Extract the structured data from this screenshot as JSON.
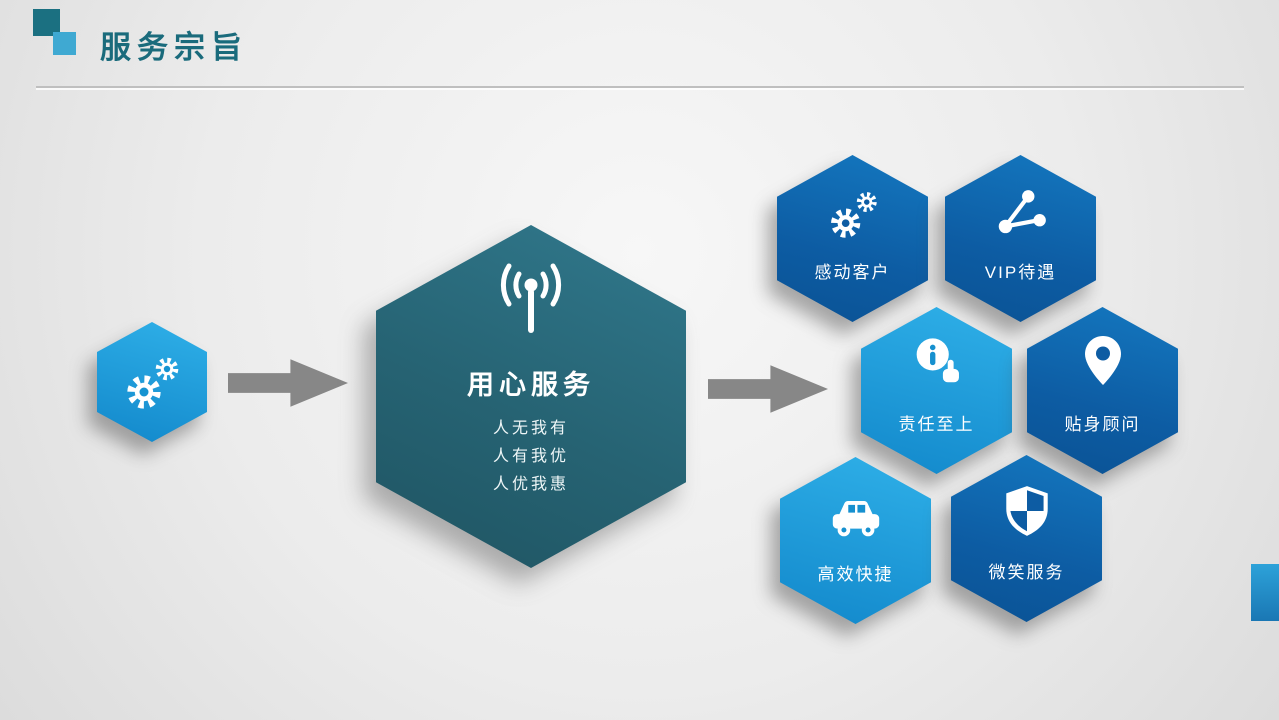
{
  "header": {
    "title": "服务宗旨"
  },
  "left_hexagon": {
    "icon": "gears-icon"
  },
  "center_hexagon": {
    "icon": "broadcast-antenna-icon",
    "title": "用心服务",
    "lines": [
      "人无我有",
      "人有我优",
      "人优我惠"
    ]
  },
  "cluster": [
    {
      "label": "感动客户",
      "icon": "gears-icon",
      "tone": "dark"
    },
    {
      "label": "VIP待遇",
      "icon": "share-network-icon",
      "tone": "dark"
    },
    {
      "label": "责任至上",
      "icon": "info-hand-icon",
      "tone": "light"
    },
    {
      "label": "贴身顾问",
      "icon": "location-pin-icon",
      "tone": "dark"
    },
    {
      "label": "高效快捷",
      "icon": "car-icon",
      "tone": "light"
    },
    {
      "label": "微笑服务",
      "icon": "shield-icon",
      "tone": "dark"
    }
  ],
  "colors": {
    "title_text": "#1a6b7c",
    "teal_hexagon": "#2a6d7e",
    "dark_blue_hexagon": "#0d5ca3",
    "light_blue_hexagon": "#1b9ad6",
    "arrow": "#878787"
  }
}
